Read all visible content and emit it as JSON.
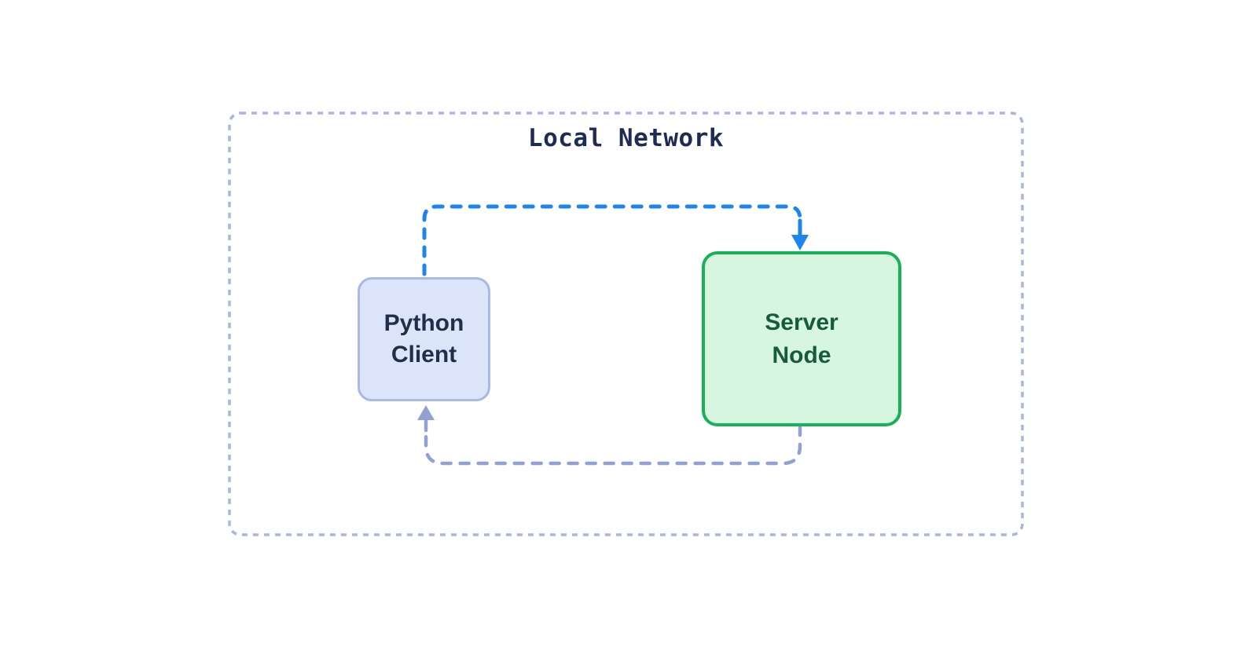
{
  "diagram": {
    "type": "network-flow-diagram",
    "background": "#ffffff",
    "container": {
      "label": "Local Network",
      "label_color": "#1d2b55",
      "border_color": "#a9b6e4",
      "border_style": "dashed"
    },
    "nodes": [
      {
        "id": "python-client",
        "label": "Python Client",
        "fill": "#dce4f9",
        "border": "#a9b8e8",
        "text_color": "#222e49"
      },
      {
        "id": "server-node",
        "label": "Server Node",
        "fill": "#d7f6e0",
        "border": "#17b157",
        "text_color": "#175b38"
      }
    ],
    "edges": [
      {
        "id": "request",
        "from": "python-client",
        "to": "server-node",
        "line_style": "dashed",
        "color": "#1d86ec",
        "arrow": "down-into-server-node"
      },
      {
        "id": "response",
        "from": "server-node",
        "to": "python-client",
        "line_style": "dashed",
        "color": "#92a1d1",
        "arrow": "up-into-python-client"
      }
    ]
  }
}
